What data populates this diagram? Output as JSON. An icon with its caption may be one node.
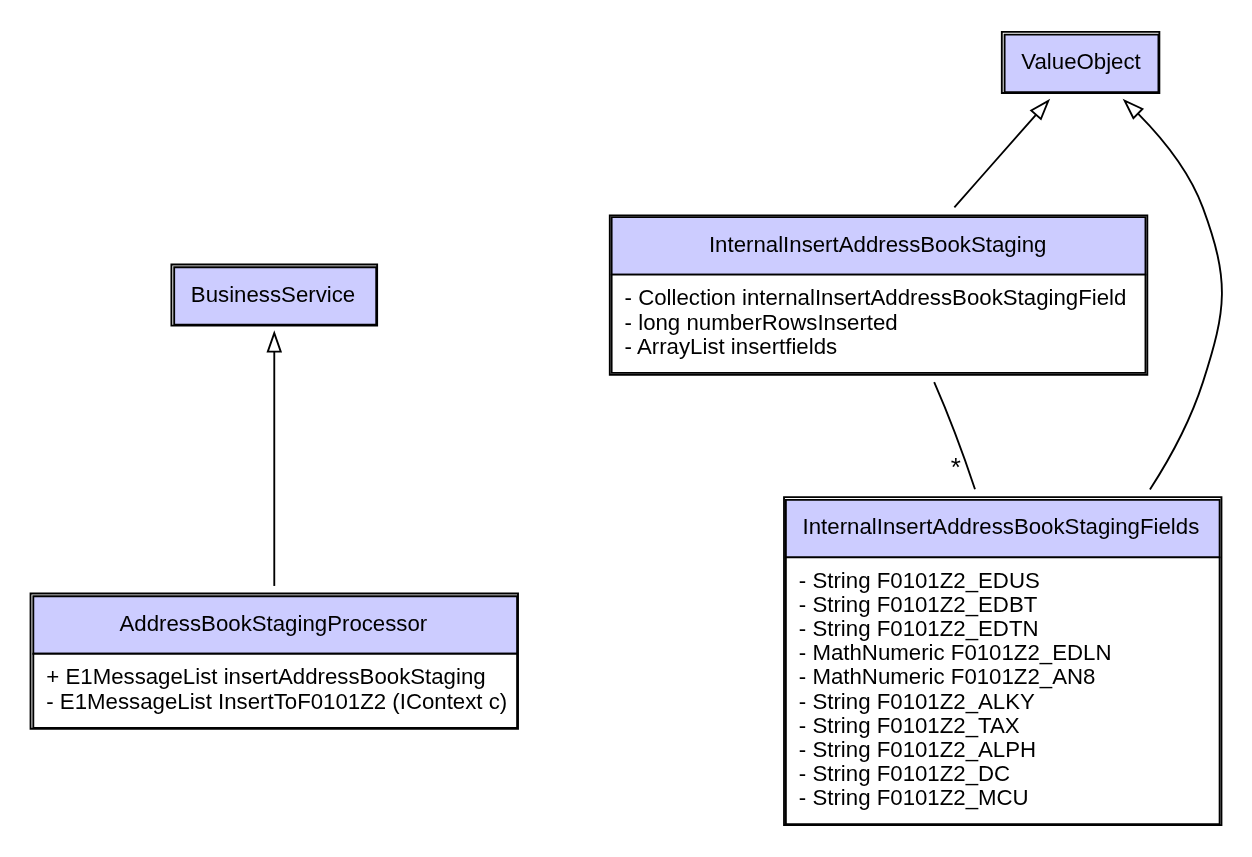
{
  "diagram": {
    "nodes": [
      {
        "text": [
          "BusinessService"
        ]
      },
      {
        "text": [
          "ValueObject"
        ]
      },
      {
        "text": [
          "AddressBookStagingProcessor",
          "+ E1MessageList insertAddressBookStaging",
          "- E1MessageList InsertToF0101Z2 (IContext c)"
        ]
      },
      {
        "text": [
          "InternalInsertAddressBookStaging",
          "- Collection internalInsertAddressBookStagingField",
          "- long numberRowsInserted",
          "- ArrayList insertfields"
        ]
      },
      {
        "text": [
          "InternalInsertAddressBookStagingFields",
          "- String F0101Z2_EDUS",
          "- String F0101Z2_EDBT",
          "- String F0101Z2_EDTN",
          "- MathNumeric F0101Z2_EDLN",
          "- MathNumeric F0101Z2_AN8",
          "- String F0101Z2_ALKY",
          "- String F0101Z2_TAX",
          "- String F0101Z2_ALPH",
          "- String F0101Z2_DC",
          "- String F0101Z2_MCU"
        ]
      }
    ],
    "edges": [
      {
        "from": 2,
        "to": 0,
        "arrow": "to"
      },
      {
        "from": 4,
        "to": 1,
        "arrow": "to"
      },
      {
        "from": 3,
        "to": 1,
        "arrow": "to"
      },
      {
        "from": 3,
        "to": 4,
        "arrow": "none",
        "label": "*"
      }
    ]
  }
}
